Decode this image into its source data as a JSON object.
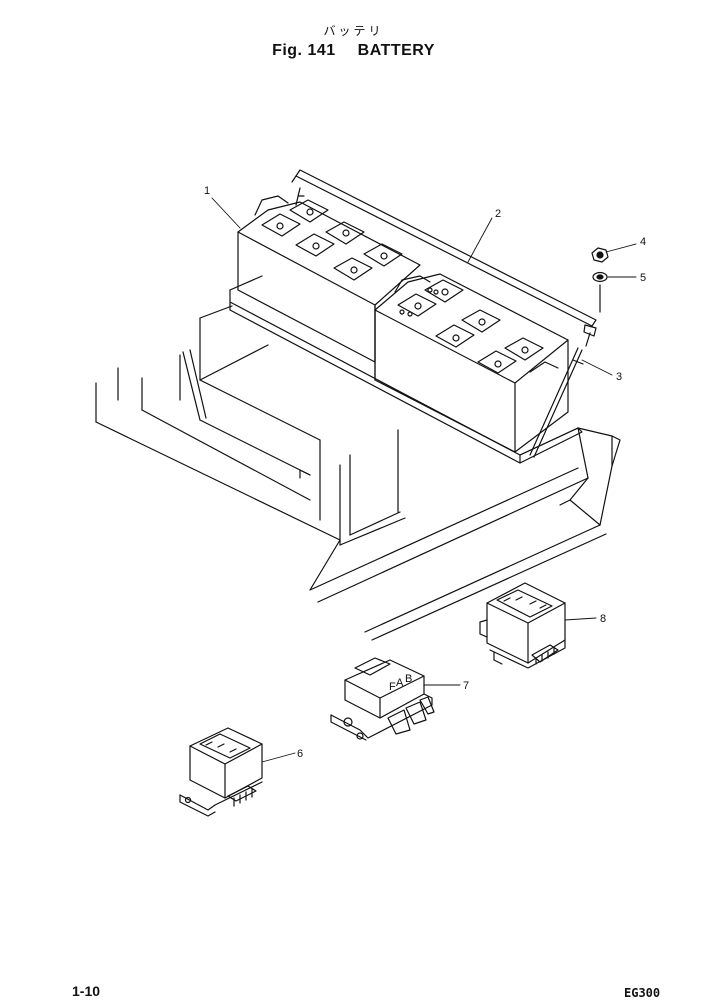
{
  "header": {
    "japanese_title": "バッテリ",
    "figure_number": "Fig. 141",
    "figure_name": "BATTERY"
  },
  "callouts": [
    {
      "id": "1",
      "label": "1"
    },
    {
      "id": "2",
      "label": "2"
    },
    {
      "id": "3",
      "label": "3"
    },
    {
      "id": "4",
      "label": "4"
    },
    {
      "id": "5",
      "label": "5"
    },
    {
      "id": "6",
      "label": "6"
    },
    {
      "id": "7",
      "label": "7"
    },
    {
      "id": "8",
      "label": "8"
    }
  ],
  "relay_markings": {
    "part7": [
      "A",
      "F",
      "B"
    ]
  },
  "footer": {
    "page_number": "1-10",
    "model": "EG300"
  },
  "colors": {
    "line": "#111111",
    "background": "#ffffff"
  }
}
